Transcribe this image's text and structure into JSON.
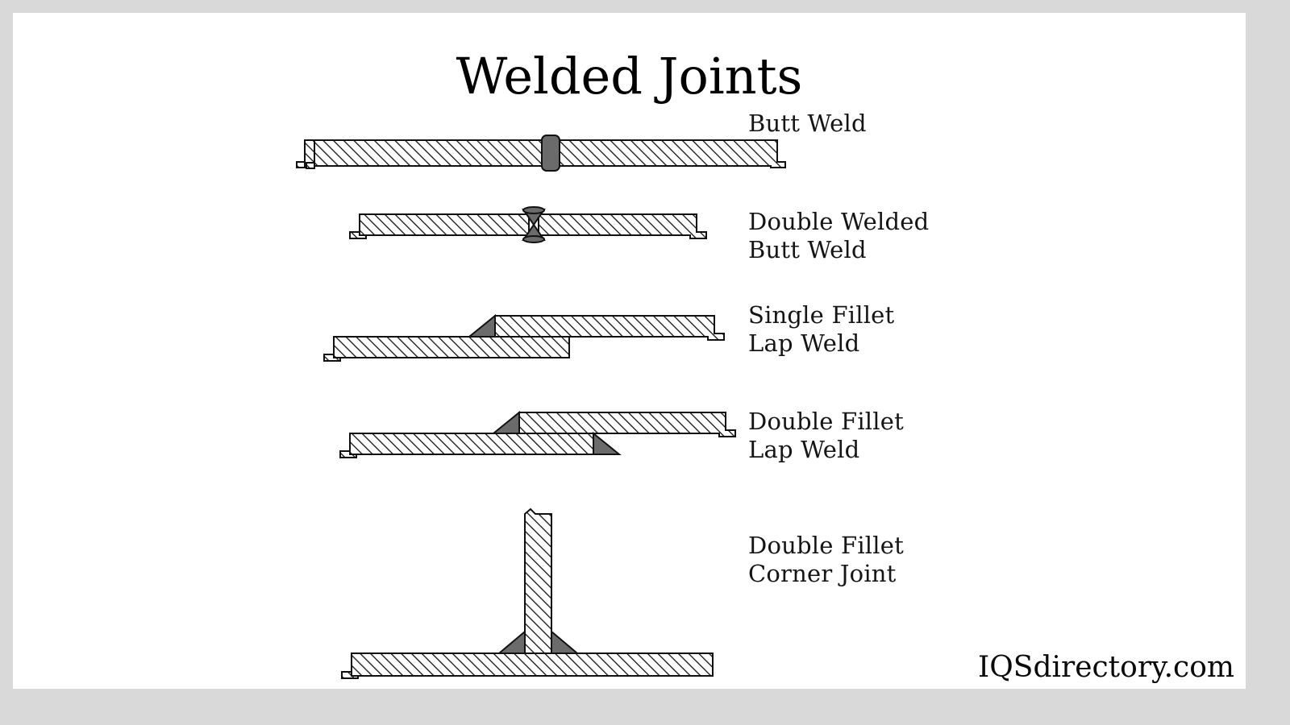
{
  "page": {
    "title": "Welded Joints",
    "watermark": "IQSdirectory.com",
    "border_color": "#d9d9d9",
    "canvas_color": "#ffffff",
    "line_color": "#000000",
    "weld_fill_color": "#6b6b6b",
    "text_color": "#151515"
  },
  "diagram": {
    "type": "technical-illustration",
    "subject": "welded joint cross-sections",
    "joints": [
      {
        "id": "butt-weld",
        "label": "Butt Weld",
        "label_lines": [
          "Butt Weld"
        ],
        "weld_shape": "rounded-bead",
        "weld_count": 1,
        "plates": 2,
        "plate_orientation": "horizontal-coplanar"
      },
      {
        "id": "double-welded-butt-weld",
        "label": "Double Welded Butt Weld",
        "label_lines": [
          "Double Welded",
          "Butt Weld"
        ],
        "weld_shape": "bowtie-double-vee",
        "weld_count": 2,
        "plates": 2,
        "plate_orientation": "horizontal-coplanar"
      },
      {
        "id": "single-fillet-lap-weld",
        "label": "Single Fillet Lap Weld",
        "label_lines": [
          "Single Fillet",
          "Lap Weld"
        ],
        "weld_shape": "triangular-fillet",
        "weld_count": 1,
        "plates": 2,
        "plate_orientation": "overlapping"
      },
      {
        "id": "double-fillet-lap-weld",
        "label": "Double Fillet Lap Weld",
        "label_lines": [
          "Double Fillet",
          "Lap Weld"
        ],
        "weld_shape": "triangular-fillet",
        "weld_count": 2,
        "plates": 2,
        "plate_orientation": "overlapping"
      },
      {
        "id": "double-fillet-corner-joint",
        "label": "Double Fillet Corner Joint",
        "label_lines": [
          "Double Fillet",
          "Corner Joint"
        ],
        "weld_shape": "triangular-fillet",
        "weld_count": 2,
        "plates": 2,
        "plate_orientation": "tee-perpendicular"
      }
    ]
  }
}
